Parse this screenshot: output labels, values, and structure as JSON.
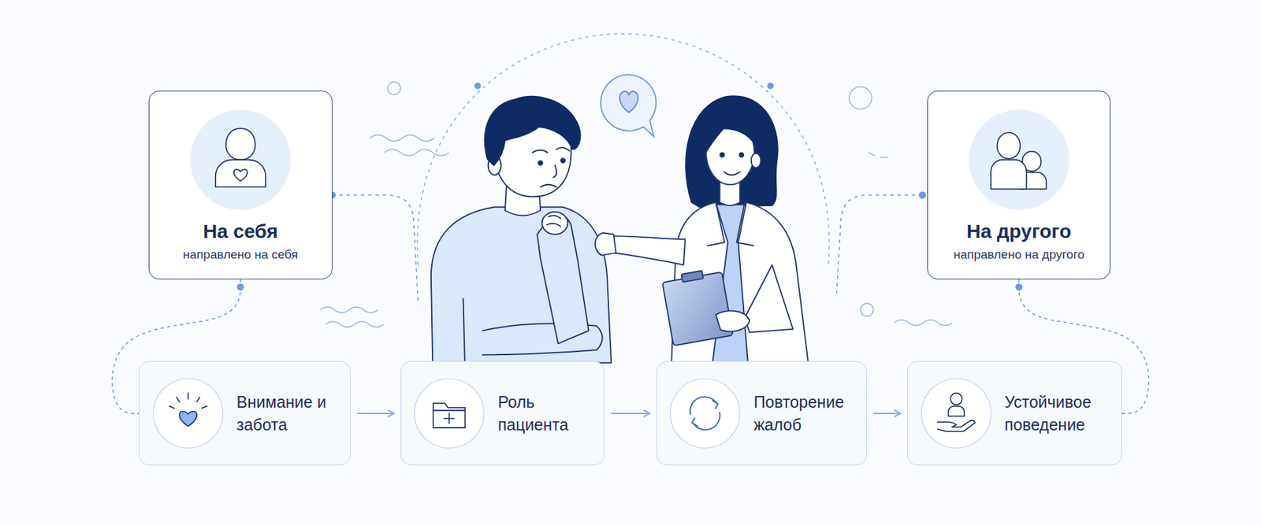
{
  "diagram": {
    "nodes": [
      {
        "text": [
          "На себя",
          "направлено на себя"
        ]
      },
      {
        "text": [
          "На другого",
          "направлено на другого"
        ]
      },
      {
        "text": [
          "Внимание и забота"
        ]
      },
      {
        "text": [
          "Роль пациента"
        ]
      },
      {
        "text": [
          "Повторение жалоб"
        ]
      },
      {
        "text": [
          "Устойчивое поведение"
        ]
      }
    ],
    "edges": [
      {
        "from": 0,
        "to": 2,
        "arrow": "none"
      },
      {
        "from": 1,
        "to": 5,
        "arrow": "none"
      },
      {
        "from": 2,
        "to": 3,
        "arrow": "to"
      },
      {
        "from": 3,
        "to": 4,
        "arrow": "to"
      },
      {
        "from": 4,
        "to": 5,
        "arrow": "to"
      }
    ]
  }
}
